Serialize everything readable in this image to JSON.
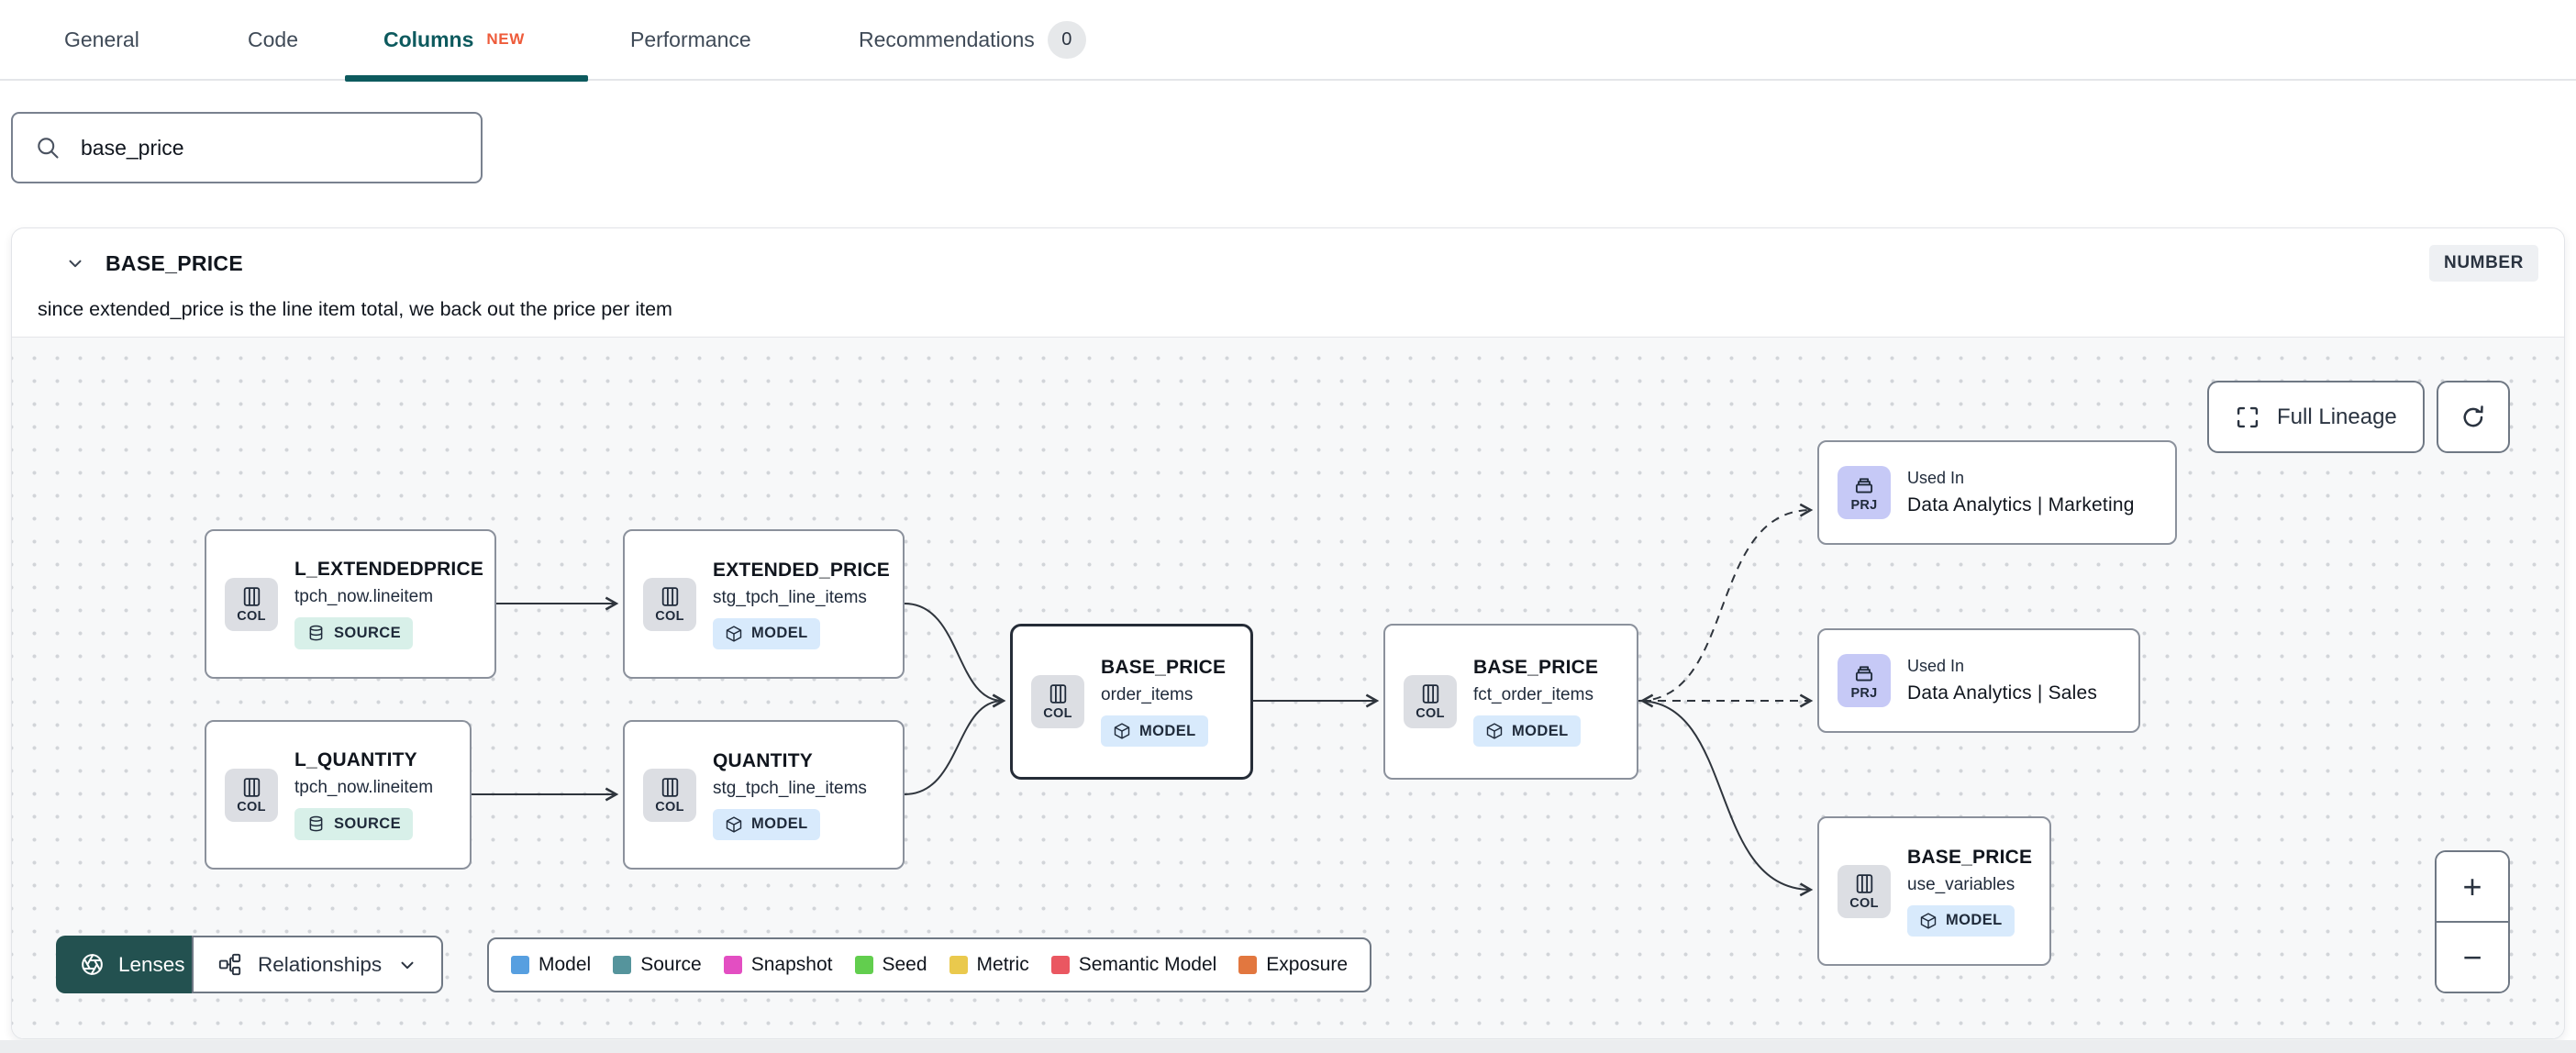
{
  "tabs": {
    "items": [
      {
        "label": "General"
      },
      {
        "label": "Code"
      },
      {
        "label": "Columns",
        "badge": "NEW",
        "active": true
      },
      {
        "label": "Performance"
      },
      {
        "label": "Recommendations",
        "count": "0"
      }
    ]
  },
  "search": {
    "value": "base_price"
  },
  "column_panel": {
    "name": "BASE_PRICE",
    "type": "NUMBER",
    "description": "since extended_price is the line item total, we back out the price per item"
  },
  "lineage": {
    "buttons": {
      "full_lineage": "Full Lineage",
      "lenses": "Lenses",
      "relationships": "Relationships",
      "zoom_in": "+",
      "zoom_out": "−"
    },
    "legend": [
      {
        "label": "Model",
        "color": "#579fe0"
      },
      {
        "label": "Source",
        "color": "#55949c"
      },
      {
        "label": "Snapshot",
        "color": "#e34ec2"
      },
      {
        "label": "Seed",
        "color": "#62ce4e"
      },
      {
        "label": "Metric",
        "color": "#eac94d"
      },
      {
        "label": "Semantic Model",
        "color": "#ea5761"
      },
      {
        "label": "Exposure",
        "color": "#e2773f"
      }
    ],
    "nodes": [
      {
        "chip": "COL",
        "title": "L_EXTENDEDPRICE",
        "subtitle": "tpch_now.lineitem",
        "badge": "SOURCE"
      },
      {
        "chip": "COL",
        "title": "EXTENDED_PRICE",
        "subtitle": "stg_tpch_line_items",
        "badge": "MODEL"
      },
      {
        "chip": "COL",
        "title": "L_QUANTITY",
        "subtitle": "tpch_now.lineitem",
        "badge": "SOURCE"
      },
      {
        "chip": "COL",
        "title": "QUANTITY",
        "subtitle": "stg_tpch_line_items",
        "badge": "MODEL"
      },
      {
        "chip": "COL",
        "title": "BASE_PRICE",
        "subtitle": "order_items",
        "badge": "MODEL",
        "selected": true
      },
      {
        "chip": "COL",
        "title": "BASE_PRICE",
        "subtitle": "fct_order_items",
        "badge": "MODEL"
      },
      {
        "chip": "PRJ",
        "kicker": "Used In",
        "title": "Data Analytics | Marketing"
      },
      {
        "chip": "PRJ",
        "kicker": "Used In",
        "title": "Data Analytics | Sales"
      },
      {
        "chip": "COL",
        "title": "BASE_PRICE",
        "subtitle": "use_variables",
        "badge": "MODEL"
      }
    ],
    "type_colors": {
      "accent_teal": "#0d5a5e",
      "new_badge": "#ee5b3a",
      "lenses_bg": "#235150"
    }
  }
}
